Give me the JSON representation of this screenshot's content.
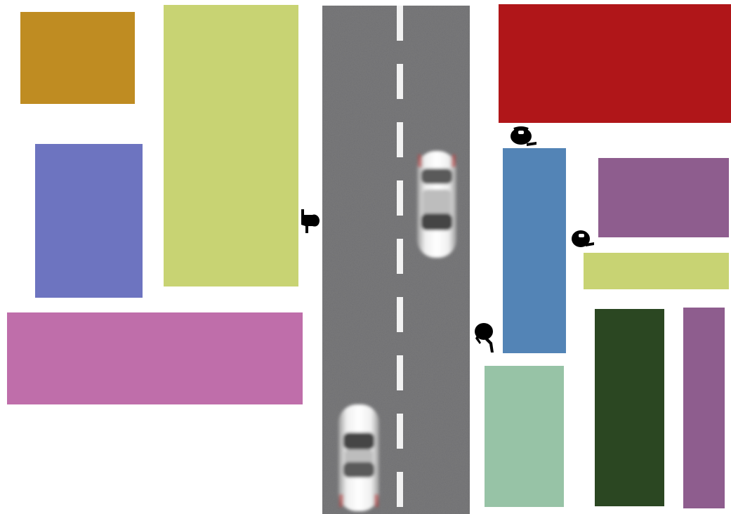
{
  "scene": {
    "colors": {
      "ochre": "#bf8c22",
      "lime": "#c8d373",
      "indigo": "#6d74c0",
      "pink": "#bf6eaa",
      "red": "#b01619",
      "steel_blue": "#5384b6",
      "mauve": "#8e5d8e",
      "mint": "#97c3a6",
      "forest": "#2b4722",
      "asphalt": "#7a7a7c",
      "lane_marking": "#f2f2f2"
    },
    "road": {
      "orientation": "vertical",
      "lanes": 2,
      "center_line": "dashed"
    },
    "vehicles": [
      {
        "type": "car",
        "lane": "right",
        "heading": "down"
      },
      {
        "type": "car",
        "lane": "left",
        "heading": "up"
      }
    ],
    "pedestrians": [
      {
        "icon": "pedestrian-icon",
        "location": "left-roadside"
      },
      {
        "icon": "pedestrian-icon",
        "location": "above-blue-block"
      },
      {
        "icon": "pedestrian-icon",
        "location": "between-blocks-right"
      },
      {
        "icon": "pedestrian-icon",
        "location": "right-roadside"
      }
    ]
  }
}
